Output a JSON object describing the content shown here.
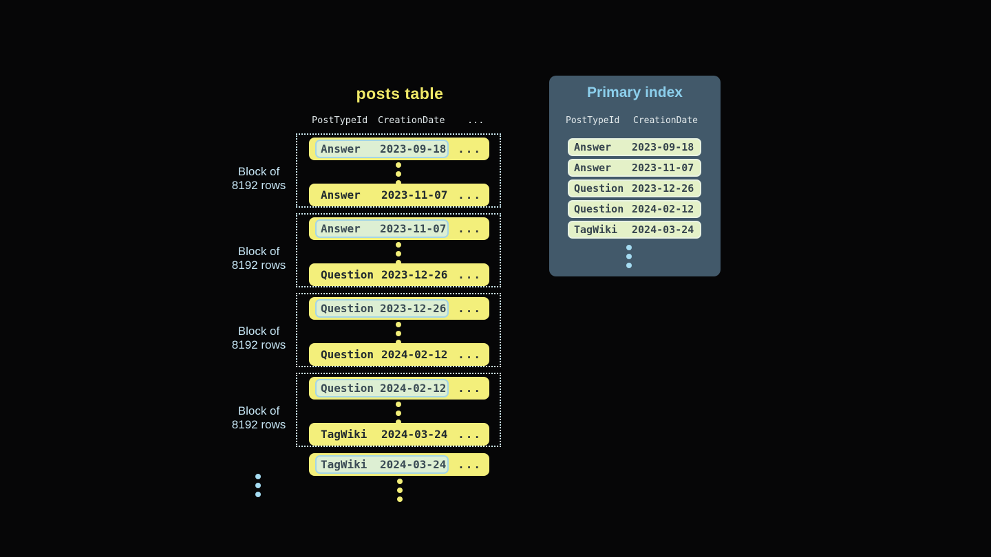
{
  "colors": {
    "background": "#060607",
    "row_yellow": "#f3ef7b",
    "title_yellow": "#f0e968",
    "chip_green": "#ddefd3",
    "chip_border_blue": "#a3d5e7",
    "index_chip_green": "#e4f1c8",
    "panel_slate": "#42596a",
    "accent_light_blue": "#8ccfec",
    "label_blue": "#c6e5f4",
    "dotted_border": "#cdeaf3",
    "dark_text": "#212a2f"
  },
  "posts_table": {
    "title": "posts table",
    "columns": [
      "PostTypeId",
      "CreationDate",
      "..."
    ],
    "row_ellipsis": "...",
    "blocks": [
      {
        "label_line1": "Block of",
        "label_line2": "8192 rows",
        "first_row": {
          "type": "Answer",
          "date": "2023-09-18"
        },
        "last_row": {
          "type": "Answer",
          "date": "2023-11-07"
        }
      },
      {
        "label_line1": "Block of",
        "label_line2": "8192 rows",
        "first_row": {
          "type": "Answer",
          "date": "2023-11-07"
        },
        "last_row": {
          "type": "Question",
          "date": "2023-12-26"
        }
      },
      {
        "label_line1": "Block of",
        "label_line2": "8192 rows",
        "first_row": {
          "type": "Question",
          "date": "2023-12-26"
        },
        "last_row": {
          "type": "Question",
          "date": "2024-02-12"
        }
      },
      {
        "label_line1": "Block of",
        "label_line2": "8192 rows",
        "first_row": {
          "type": "Question",
          "date": "2024-02-12"
        },
        "last_row": {
          "type": "TagWiki",
          "date": "2024-03-24"
        }
      }
    ],
    "overflow_row": {
      "type": "TagWiki",
      "date": "2024-03-24"
    }
  },
  "primary_index": {
    "title": "Primary index",
    "columns": [
      "PostTypeId",
      "CreationDate"
    ],
    "rows": [
      {
        "type": "Answer",
        "date": "2023-09-18"
      },
      {
        "type": "Answer",
        "date": "2023-11-07"
      },
      {
        "type": "Question",
        "date": "2023-12-26"
      },
      {
        "type": "Question",
        "date": "2024-02-12"
      },
      {
        "type": "TagWiki",
        "date": "2024-03-24"
      }
    ]
  }
}
